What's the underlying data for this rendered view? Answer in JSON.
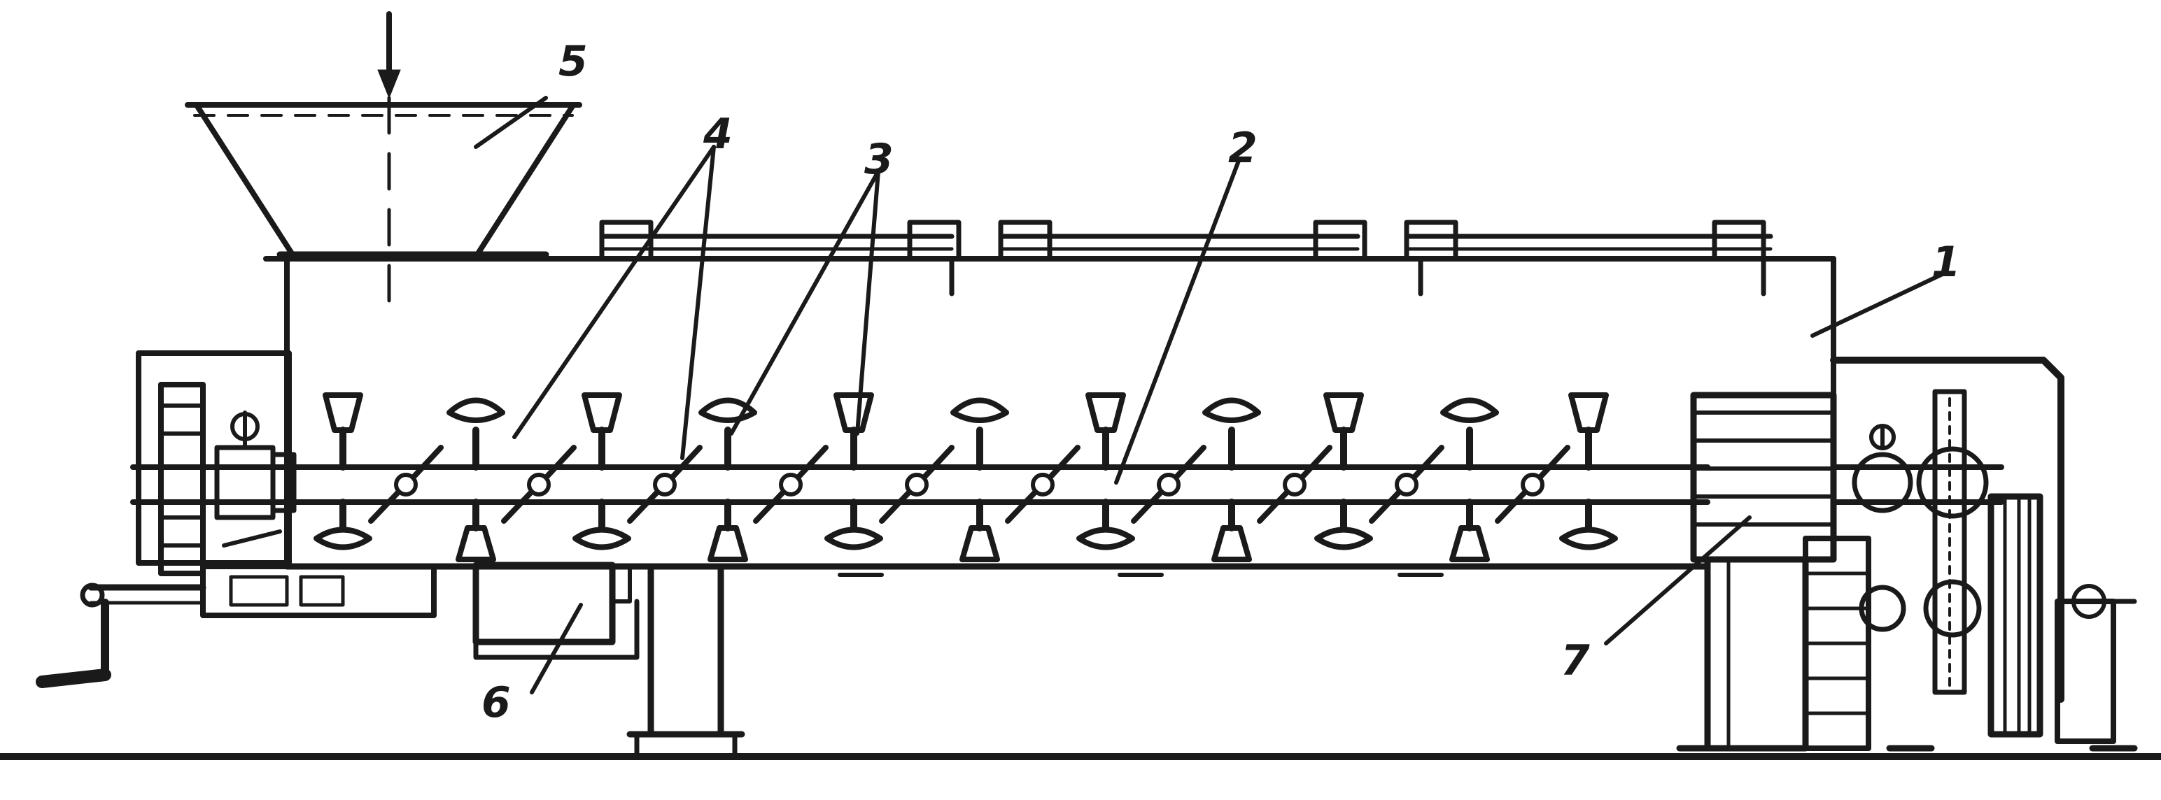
{
  "figure": {
    "labels": {
      "l1": "1",
      "l2": "2",
      "l3": "3",
      "l4": "4",
      "l5": "5",
      "l6": "6",
      "l7": "7"
    },
    "colors": {
      "ink": "#1a1a1a",
      "paper": "#ffffff"
    }
  }
}
